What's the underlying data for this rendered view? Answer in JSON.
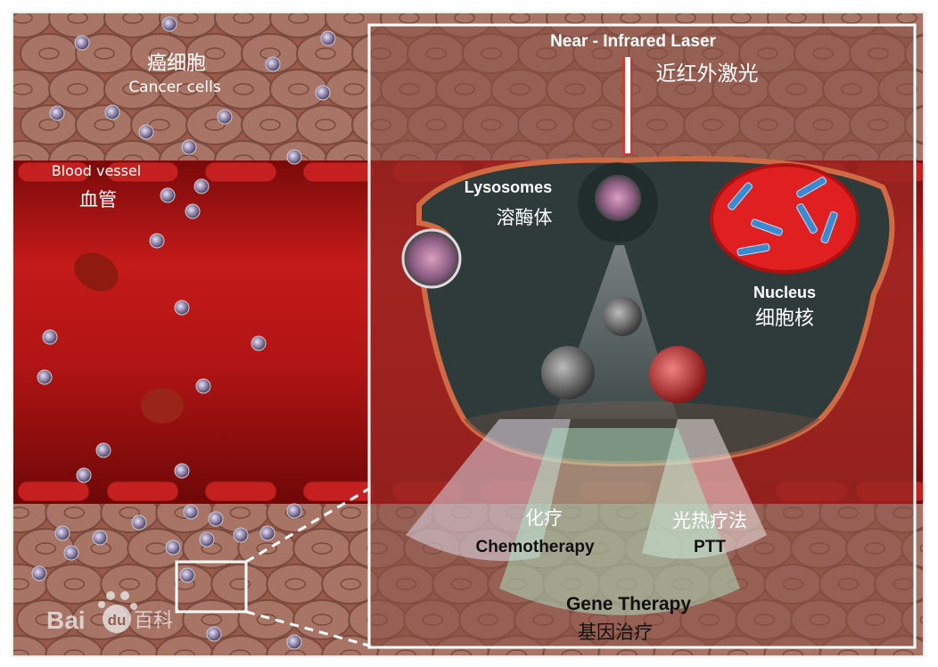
{
  "labels": {
    "cancer_cells_zh": "癌细胞",
    "cancer_cells_en": "Cancer cells",
    "blood_vessel_en": "Blood vessel",
    "blood_vessel_zh": "血管",
    "laser_en": "Near - Infrared Laser",
    "laser_zh": "近红外激光",
    "lysosomes_en": "Lysosomes",
    "lysosomes_zh": "溶酶体",
    "nucleus_en": "Nucleus",
    "nucleus_zh": "细胞核",
    "chemo_zh": "化疗",
    "chemo_en": "Chemotherapy",
    "ptt_zh": "光热疗法",
    "ptt_en": "PTT",
    "gene_en": "Gene Therapy",
    "gene_zh": "基因治疗"
  },
  "watermark": {
    "brand": "Bai",
    "brand2": "du",
    "suffix": "百科"
  },
  "colors": {
    "vessel": "#b81414",
    "cell": "#8a5a4e",
    "cytoplasm": "#2f3b3a",
    "membrane": "#d06a45",
    "laser": "#ff2020"
  }
}
